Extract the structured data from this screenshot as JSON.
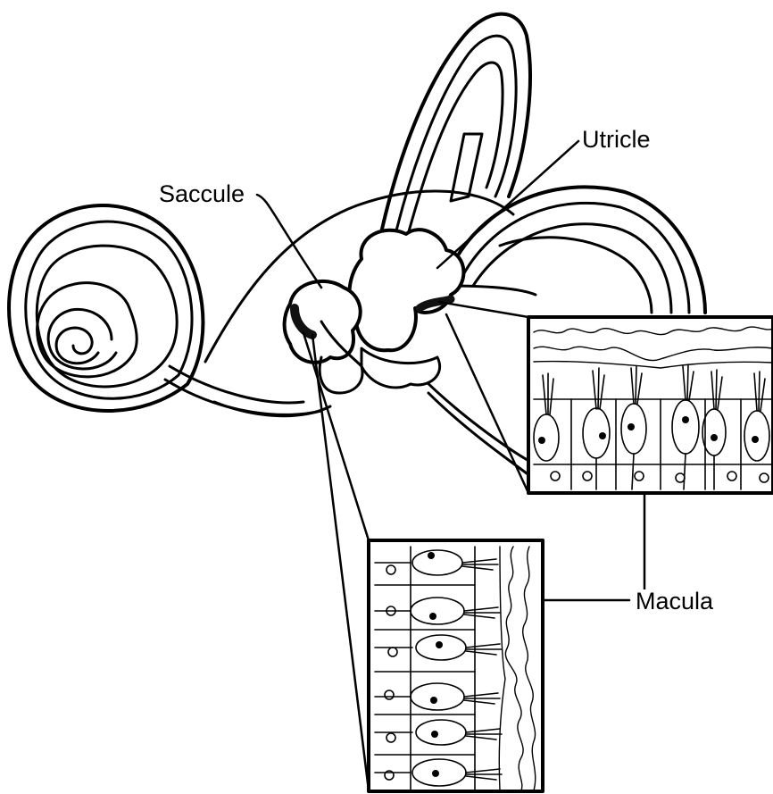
{
  "labels": {
    "saccule": "Saccule",
    "utricle": "Utricle",
    "macula": "Macula"
  },
  "colors": {
    "ink": "#000000",
    "paper": "#ffffff",
    "macula_patch": "#111111"
  }
}
